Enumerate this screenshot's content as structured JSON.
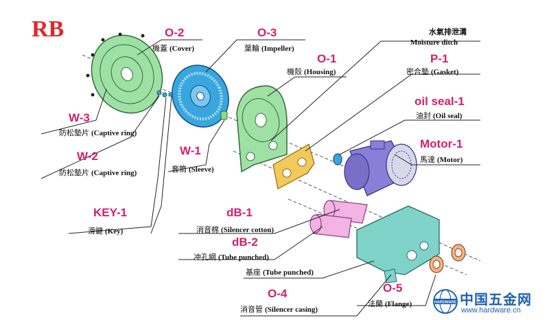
{
  "title": "RB",
  "parts": {
    "o2": {
      "code": "O-2",
      "zh": "機蓋",
      "en": "(Cover)"
    },
    "o3": {
      "code": "O-3",
      "zh": "葉輪",
      "en": "(Impeller)"
    },
    "o1": {
      "code": "O-1",
      "zh": "機殼",
      "en": "(Housing)"
    },
    "moist": {
      "zh": "水氣排泄溝",
      "en": "Moisture ditch"
    },
    "p1": {
      "code": "P-1",
      "zh": "密合墊",
      "en": "(Gasket)"
    },
    "oil": {
      "code": "oil seal-1",
      "zh": "油封",
      "en": "(Oil seal)"
    },
    "motor": {
      "code": "Motor-1",
      "zh": "馬達",
      "en": "(Motor)"
    },
    "w3": {
      "code": "W-3",
      "zh": "防松墊片",
      "en": "(Captive ring)"
    },
    "w2": {
      "code": "W-2",
      "zh": "防松墊片",
      "en": "(Captive ring)"
    },
    "w1": {
      "code": "W-1",
      "zh": "套筒",
      "en": "(Sleeve)"
    },
    "key": {
      "code": "KEY-1",
      "zh": "滑鍵",
      "en": "(Key)"
    },
    "db1": {
      "code": "dB-1",
      "zh": "消音棉",
      "en": "(Silencer cotton)"
    },
    "db2": {
      "code": "dB-2",
      "zh": "冲孔網",
      "en": "(Tube punched)"
    },
    "base": {
      "zh": "基座",
      "en": "(Tube punched)"
    },
    "o4": {
      "code": "O-4",
      "zh": "消音管",
      "en": "(Silencer casing)"
    },
    "o5": {
      "code": "O-5",
      "zh": "法蘭",
      "en": "(Flange)"
    }
  },
  "watermark": {
    "cn": "中国五金网",
    "url": "www.hardware.cn",
    "badge": "HARDWARE"
  },
  "colors": {
    "code": "#d0206e",
    "title": "#e0262b",
    "green": "#9fe0a4",
    "blue": "#3aa6e0",
    "purple": "#8a7fd8",
    "pink": "#f3b3e3",
    "yellow": "#f2c95a",
    "teal": "#7fd3c8",
    "peach": "#f0b48a",
    "brand": "#1d5fb1"
  }
}
